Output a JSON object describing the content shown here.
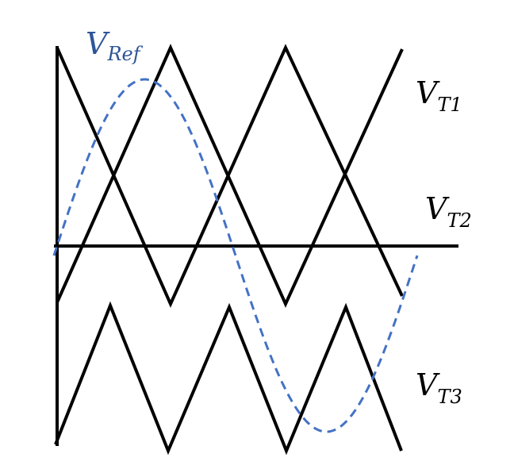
{
  "labels": {
    "ref": {
      "main": "V",
      "sub": "Ref"
    },
    "t1": {
      "main": "V",
      "sub": "T1"
    },
    "t2": {
      "main": "V",
      "sub": "T2"
    },
    "t3": {
      "main": "V",
      "sub": "T3"
    }
  },
  "colors": {
    "triangle": "#000000",
    "reference": "#4472C4",
    "axis": "#000000",
    "ref_label": "#2F5597",
    "carrier_label": "#000000"
  }
}
